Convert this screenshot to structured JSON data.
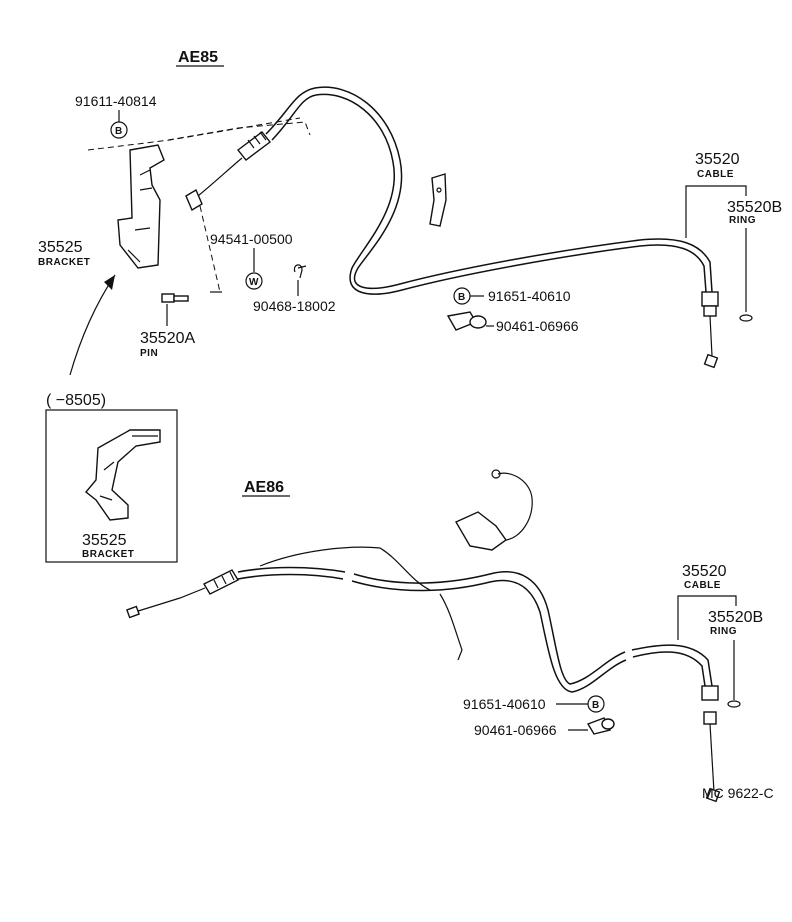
{
  "sections": {
    "ae85": "AE85",
    "ae86": "AE86"
  },
  "inset": {
    "range": "(      −8505)",
    "bracket_no": "35525",
    "bracket_name": "BRACKET"
  },
  "parts_ae85": {
    "bolt_top": "91611-40814",
    "bolt_marker": "B",
    "bracket_no": "35525",
    "bracket_name": "BRACKET",
    "washer_no": "94541-00500",
    "washer_marker": "W",
    "clip_no": "90468-18002",
    "pin_no": "35520A",
    "pin_name": "PIN",
    "cable_no": "35520",
    "cable_name": "CABLE",
    "ring_no": "35520B",
    "ring_name": "RING",
    "bolt_mid": "91651-40610",
    "bolt_mid_marker": "B",
    "nut_mid": "90461-06966"
  },
  "parts_ae86": {
    "cable_no": "35520",
    "cable_name": "CABLE",
    "ring_no": "35520B",
    "ring_name": "RING",
    "bolt": "91651-40610",
    "bolt_marker": "B",
    "nut": "90461-06966"
  },
  "footer": {
    "code": "MC  9622-C"
  }
}
